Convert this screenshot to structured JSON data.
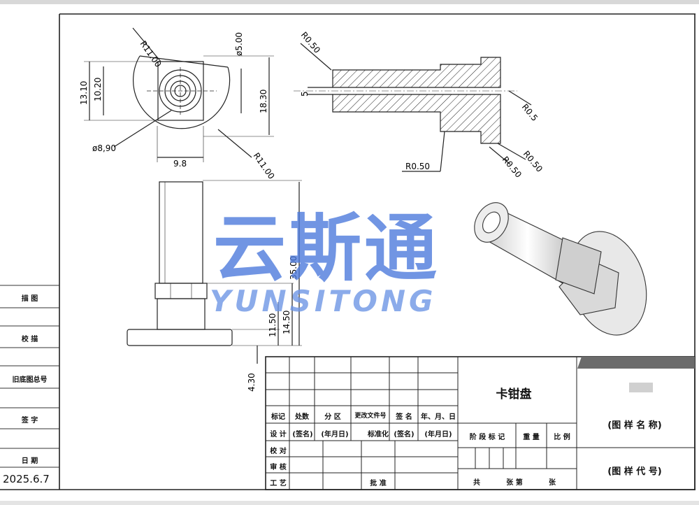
{
  "drawing": {
    "dimensions": {
      "r11_top": "R11.00",
      "dia5": "ø5.00",
      "d13_10": "13.10",
      "d10_20": "10.20",
      "d18_30": "18.30",
      "dia8_90": "ø8,90",
      "d9_8": "9.8",
      "r11_bottom": "R11.00",
      "r0_50_a": "R0.50",
      "d5": "5",
      "r0_5": "R0.5",
      "r0_50_b": "R0.50",
      "r0_50_c": "R0.50",
      "r0_50_d": "R0.50",
      "d35": "35.00",
      "d14_50": "14.50",
      "d11_50": "11.50",
      "d4_30": "4.30"
    },
    "watermark": {
      "chinese": "云斯通",
      "english": "YUNSITONG"
    }
  },
  "left_strip": {
    "labels": [
      "描 图",
      "校 描",
      "旧底图总号",
      "签 字",
      "日 期"
    ],
    "date": "2025.6.7"
  },
  "title_block": {
    "part_name": "卡钳盘",
    "headers": [
      "标记",
      "处数",
      "分 区",
      "更改文件号",
      "签 名",
      "年、月、日"
    ],
    "row_design": [
      "设 计",
      "(签名)",
      "(年月日)",
      "标准化",
      "(签名)",
      "(年月日)"
    ],
    "row_labels": [
      "校 对",
      "审 核",
      "工 艺"
    ],
    "approve": "批 准",
    "stage": "阶 段 标 记",
    "weight": "重 量",
    "ratio": "比 例",
    "sheets": [
      "共",
      "张 第",
      "张"
    ],
    "drawing_name": "(图 样 名 称)",
    "drawing_code": "(图 样 代 号)"
  }
}
